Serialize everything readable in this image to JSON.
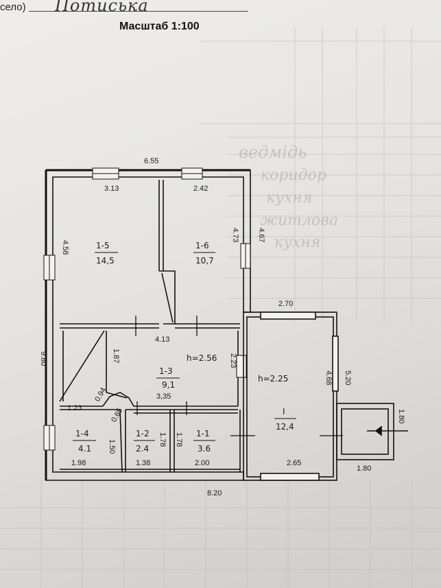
{
  "header": {
    "label": "село)",
    "village": "Потиська",
    "scale": "Масштаб  1:100"
  },
  "plan": {
    "outer_dimensions": {
      "top_width": "6.55",
      "left_height": "9.80",
      "bottom_width": "8.20",
      "right_height_main": "4.67",
      "veranda_width": "2.70",
      "veranda_height": "5.20",
      "porch_width": "1.80",
      "porch_height": "1.80"
    },
    "rooms": [
      {
        "id": "1-5",
        "label": "1-5",
        "area": "14,5",
        "dims": [
          "3.13",
          "4.58"
        ]
      },
      {
        "id": "1-6",
        "label": "1-6",
        "area": "10,7",
        "dims": [
          "2.42",
          "4.73"
        ]
      },
      {
        "id": "1-3",
        "label": "1-3",
        "area": "9,1",
        "dims": [
          "4.13",
          "1.87",
          "2.23",
          "3,35"
        ]
      },
      {
        "id": "1-4",
        "label": "1-4",
        "area": "4.1",
        "dims": [
          "1.98",
          "1.50",
          "1.23",
          "0.94",
          "0.65"
        ]
      },
      {
        "id": "1-2",
        "label": "1-2",
        "area": "2.4",
        "dims": [
          "1.38",
          "1.78"
        ]
      },
      {
        "id": "1-1",
        "label": "1-1",
        "area": "3.6",
        "dims": [
          "2.00",
          "1.78"
        ]
      },
      {
        "id": "1",
        "label": "I",
        "area": "12,4",
        "dims": [
          "2.65",
          "4.68"
        ]
      }
    ],
    "heights": {
      "main": "h=2.56",
      "veranda": "h=2.25"
    }
  }
}
